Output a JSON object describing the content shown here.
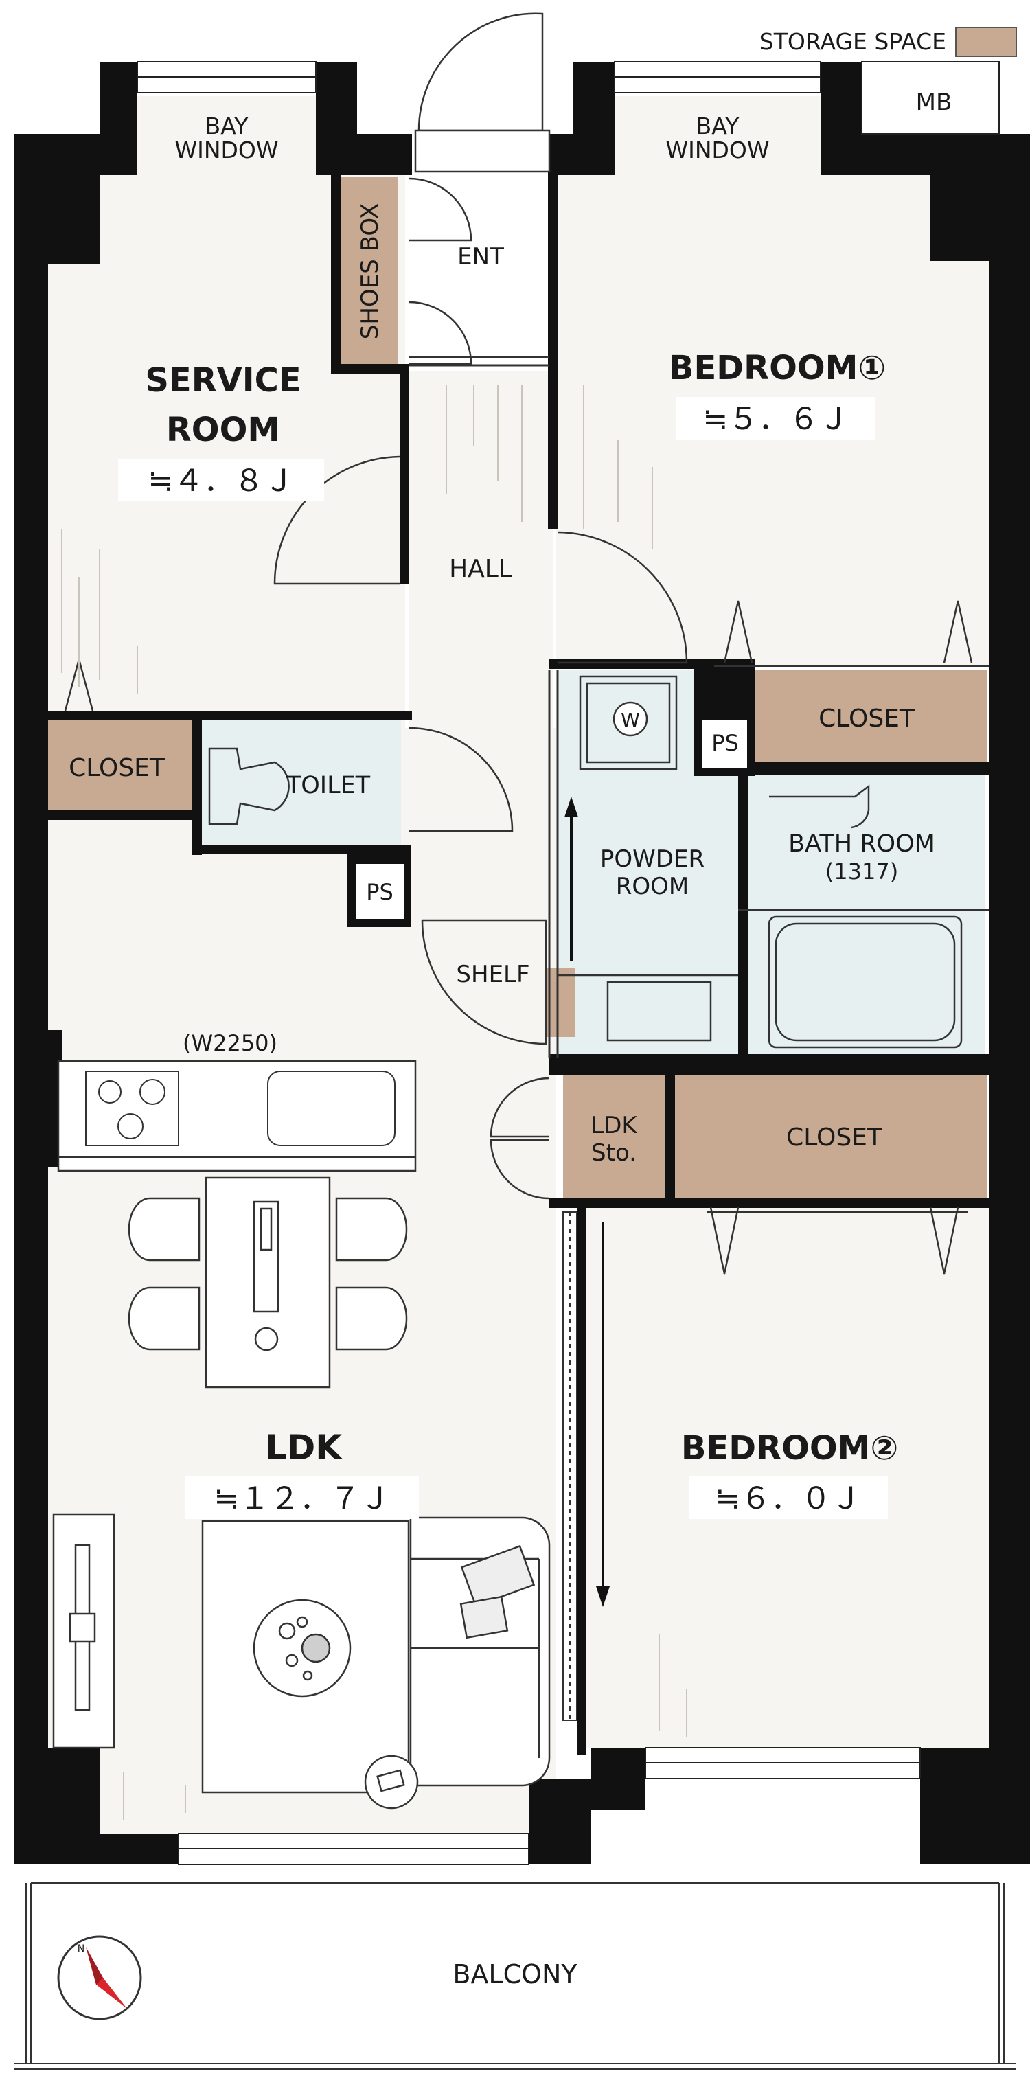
{
  "legend": {
    "storage_space": "STORAGE SPACE",
    "mb": "MB"
  },
  "rooms": {
    "bay_window_left": {
      "line1": "BAY",
      "line2": "WINDOW"
    },
    "bay_window_right": {
      "line1": "BAY",
      "line2": "WINDOW"
    },
    "shoes_box": "SHOES BOX",
    "entrance": "ENT",
    "service_room": {
      "line1": "SERVICE",
      "line2": "ROOM",
      "area": "≒４．８Ｊ"
    },
    "bedroom1": {
      "name": "BEDROOM①",
      "area": "≒５．６Ｊ"
    },
    "hall": "HALL",
    "closet_service": "CLOSET",
    "closet_bedroom1": "CLOSET",
    "closet_bedroom2": "CLOSET",
    "toilet": "TOILET",
    "ps_toilet": "PS",
    "ps_powder": "PS",
    "washer": "W",
    "powder_room": {
      "line1": "POWDER",
      "line2": "ROOM"
    },
    "bath_room": {
      "name": "BATH ROOM",
      "size": "(1317)"
    },
    "shelf": "SHELF",
    "ldk_storage": {
      "line1": "LDK",
      "line2": "Sto."
    },
    "kitchen_width": "(W2250)",
    "ldk": {
      "name": "LDK",
      "area": "≒１２．７Ｊ"
    },
    "bedroom2": {
      "name": "BEDROOM②",
      "area": "≒６．０Ｊ"
    },
    "balcony": "BALCONY"
  },
  "colors": {
    "wall": "#111111",
    "floor": "#f6f5f1",
    "storage": "#c8aa93",
    "wet_area": "#e6f0f0"
  },
  "compass": {
    "icon": "north-arrow-icon",
    "letter": "N"
  }
}
